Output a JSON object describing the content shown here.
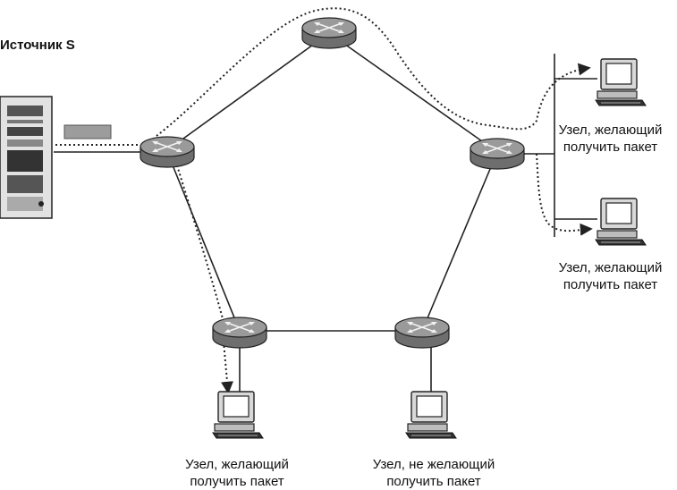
{
  "source": {
    "title": "Источник S"
  },
  "nodes": [
    {
      "id": "host-right-top",
      "line1": "Узел, желающий",
      "line2": "получить пакет",
      "wants_packet": true
    },
    {
      "id": "host-right-bottom",
      "line1": "Узел, желающий",
      "line2": "получить пакет",
      "wants_packet": true
    },
    {
      "id": "host-bottom-left",
      "line1": "Узел, желающий",
      "line2": "получить пакет",
      "wants_packet": true
    },
    {
      "id": "host-bottom-right",
      "line1": "Узел, не желающий",
      "line2": "получить пакет",
      "wants_packet": false
    }
  ],
  "colors": {
    "line": "#222222",
    "router_top": "#9a9a9a",
    "router_side": "#6e6e6e",
    "packet": "#9c9c9c"
  }
}
